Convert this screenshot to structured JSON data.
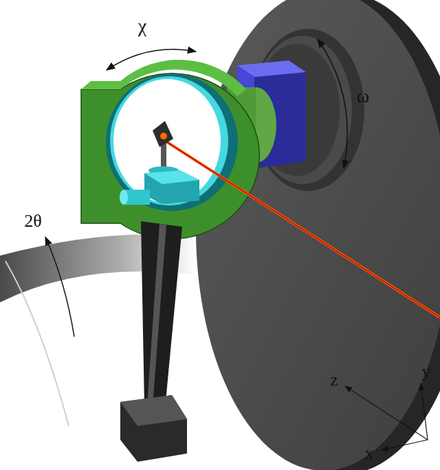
{
  "diagram": {
    "labels": [
      "χ",
      "ω",
      "2θ",
      "z",
      "y",
      "x"
    ]
  }
}
